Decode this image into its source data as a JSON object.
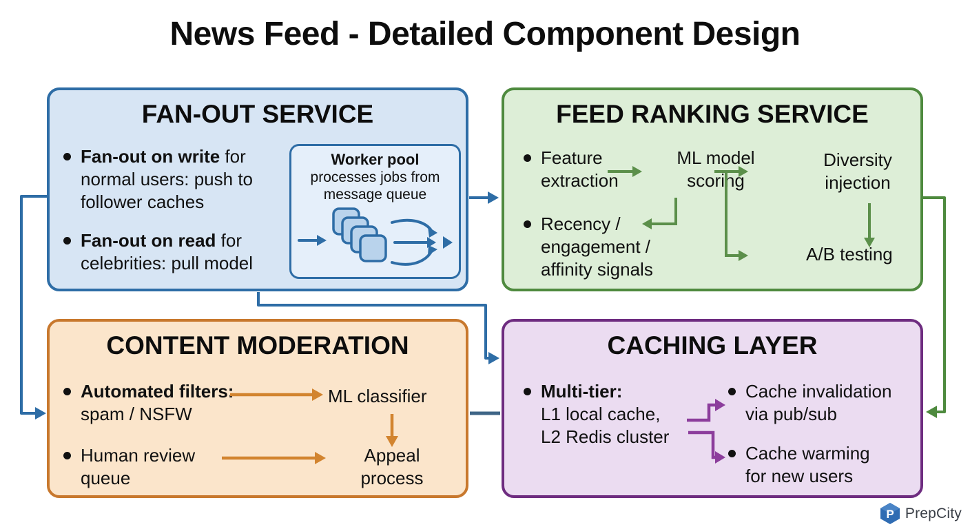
{
  "title": "News Feed - Detailed Component Design",
  "colors": {
    "fanout_fill": "#d7e5f4",
    "fanout_border": "#2e6da6",
    "worker_fill": "#e5effa",
    "ranking_fill": "#ddeed7",
    "ranking_border": "#4e8a3e",
    "ranking_arrow": "#5b8f4a",
    "moderation_fill": "#fbe5cb",
    "moderation_border": "#c8782d",
    "moderation_arrow": "#d2842f",
    "caching_fill": "#ebdcf1",
    "caching_border": "#6e2c80",
    "caching_arrow": "#8c3d9c",
    "connector_blue": "#2e6da6",
    "connector_green": "#4e8a3e",
    "connector_slate": "#3e6586",
    "text": "#111111"
  },
  "fanout": {
    "title": "FAN-OUT SERVICE",
    "bullet1": {
      "bold": "Fan-out on write",
      "tail": " for",
      "line2": "normal users: push to",
      "line3": "follower caches"
    },
    "bullet2": {
      "bold": "Fan-out on read",
      "tail": " for",
      "line2": "celebrities: pull model"
    },
    "worker": {
      "title": "Worker pool",
      "sub1": "processes jobs from",
      "sub2": "message queue"
    }
  },
  "ranking": {
    "title": "FEED RANKING SERVICE",
    "bullet1": {
      "line1": "Feature",
      "line2": "extraction"
    },
    "node_ml": {
      "line1": "ML model",
      "line2": "scoring"
    },
    "node_diversity": {
      "line1": "Diversity",
      "line2": "injection"
    },
    "bullet2": {
      "line1": "Recency /",
      "line2": "engagement /",
      "line3": "affinity signals"
    },
    "node_ab": "A/B testing"
  },
  "moderation": {
    "title": "CONTENT MODERATION",
    "bullet1": {
      "bold": "Automated filters:",
      "line2": "spam / NSFW"
    },
    "node_ml": "ML classifier",
    "bullet2": {
      "line1": "Human review",
      "line2": "queue"
    },
    "node_appeal": {
      "line1": "Appeal",
      "line2": "process"
    }
  },
  "caching": {
    "title": "CACHING LAYER",
    "bullet1": {
      "bold": "Multi-tier:",
      "line2": "L1 local cache,",
      "line3": "L2 Redis cluster"
    },
    "bullet2": {
      "line1": "Cache invalidation",
      "line2": "via pub/sub"
    },
    "bullet3": {
      "line1": "Cache warming",
      "line2": "for new users"
    }
  },
  "footer": {
    "brand": "PrepCity",
    "logo_letter": "P"
  }
}
